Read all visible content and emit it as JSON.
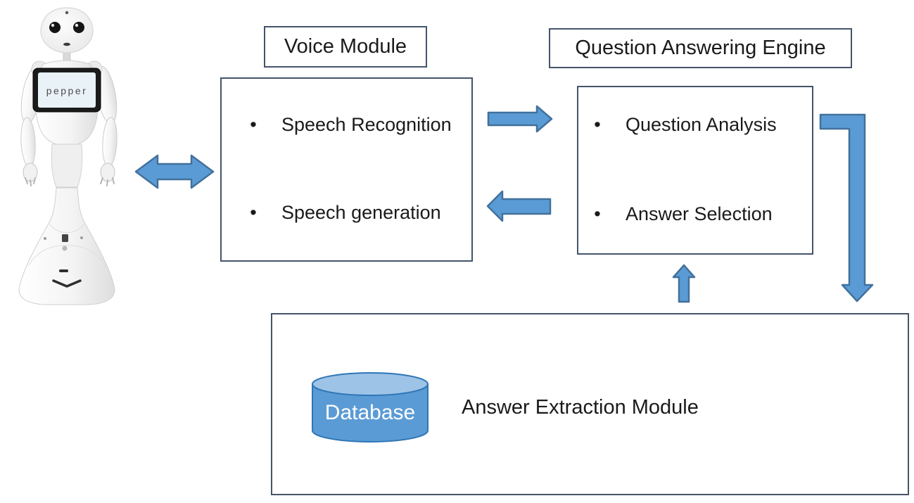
{
  "robot": {
    "screen_label": "pepper",
    "alt": "Pepper humanoid robot"
  },
  "voice_module": {
    "title": "Voice Module",
    "items": [
      "Speech Recognition",
      "Speech generation"
    ]
  },
  "qa_engine": {
    "title": "Question Answering Engine",
    "items": [
      "Question Analysis",
      "Answer Selection"
    ]
  },
  "answer_extraction": {
    "title": "Answer Extraction Module",
    "database_label": "Database"
  },
  "arrows": {
    "robot_voice": "bidirectional",
    "voice_to_qa": "right",
    "qa_to_voice": "left",
    "qa_to_extraction": "elbow-down",
    "extraction_to_qa": "up"
  },
  "colors": {
    "arrow_fill": "#5B9BD5",
    "arrow_stroke": "#41719C",
    "box_border": "#44546A",
    "database_body": "#5B9BD5",
    "database_top": "#9DC3E6",
    "database_stroke": "#2E75B6",
    "database_text": "#FFFFFF"
  }
}
